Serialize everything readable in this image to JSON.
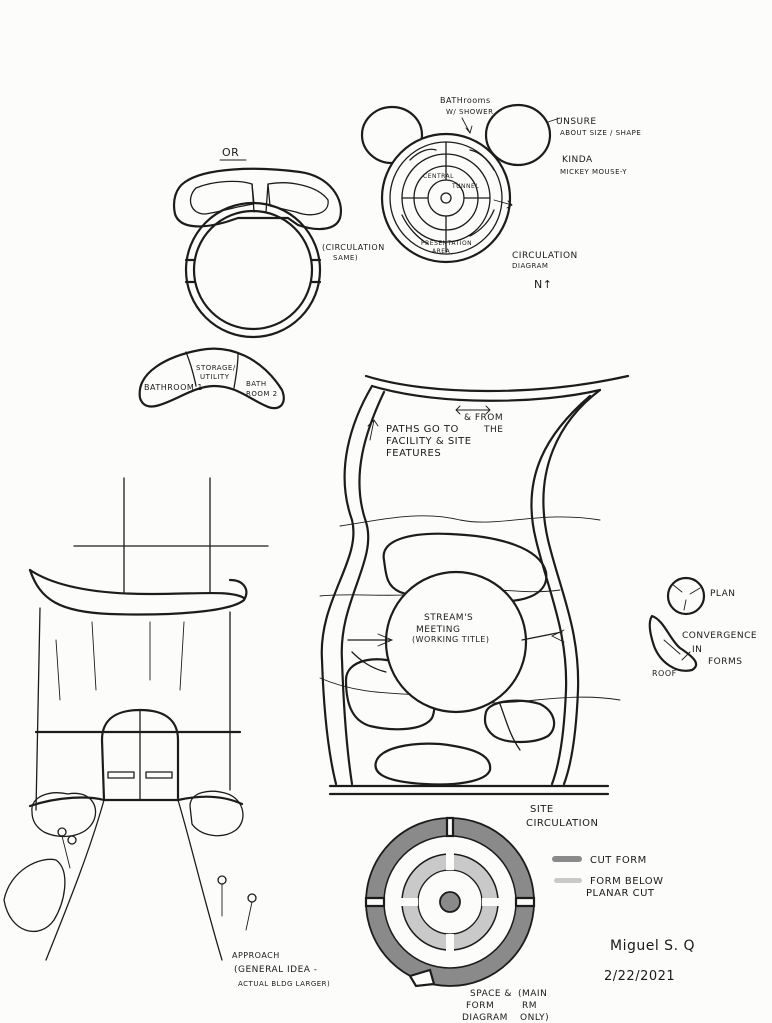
{
  "labels": {
    "or": "OR",
    "bathrooms_shower_1": "BATHrooms",
    "bathrooms_shower_2": "W/ SHOWER",
    "unsure_1": "UNSURE",
    "unsure_2": "ABOUT SIZE / SHAPE",
    "kinda_1": "KINDA",
    "kinda_2": "MICKEY MOUSE-Y",
    "central_tunnel_1": "CENTRAL",
    "central_tunnel_2": "TUNNEL",
    "presentation_1": "PRESENTATION",
    "presentation_2": "AREA",
    "circulation_same_1": "(CIRCULATION",
    "circulation_same_2": "SAME)",
    "circulation_diagram_1": "CIRCULATION",
    "circulation_diagram_2": "DIAGRAM",
    "north": "N↑",
    "storage_1": "STORAGE/",
    "storage_2": "UTILITY",
    "bathroom1": "BATHROOM 1",
    "bathroom2_1": "BATH",
    "bathroom2_2": "ROOM 2",
    "paths_1": "PATHS GO TO",
    "paths_and_from": "& FROM",
    "paths_the": "THE",
    "paths_2": "FACILITY & SITE",
    "paths_3": "FEATURES",
    "streams_1": "STREAM'S",
    "streams_2": "MEETING",
    "streams_3": "(WORKING TITLE)",
    "plan": "PLAN",
    "convergence_1": "CONVERGENCE",
    "convergence_2": "IN",
    "convergence_3": "FORMS",
    "roof": "ROOF",
    "site_1": "SITE",
    "site_2": "CIRCULATION",
    "cut_form": "CUT FORM",
    "form_below_1": "FORM BELOW",
    "form_below_2": "PLANAR CUT",
    "approach_1": "APPROACH",
    "approach_2": "(GENERAL IDEA -",
    "approach_3": "ACTUAL BLDG LARGER)",
    "space_1": "SPACE &",
    "space_2": "FORM",
    "space_3": "DIAGRAM",
    "main_1": "(MAIN",
    "main_2": "RM",
    "main_3": "ONLY)",
    "author": "Miguel S. Q",
    "date": "2/22/2021"
  },
  "colors": {
    "ink": "#1c1c1c",
    "paper": "#fcfcfb",
    "cut_form": "#8a8a8a",
    "form_below": "#c9c9c9"
  }
}
